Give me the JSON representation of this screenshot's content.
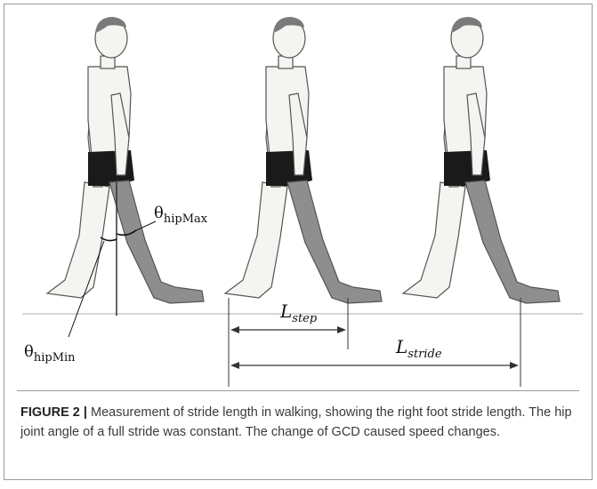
{
  "figure": {
    "labels": {
      "theta": "θ",
      "hip_max_sub": "hipMax",
      "hip_min_sub": "hipMin",
      "L": "L",
      "step_sub": "step",
      "stride_sub": "stride"
    },
    "colors": {
      "skin": "#f4f4f0",
      "outline": "#555555",
      "shorts": "#1a1a1a",
      "shaded_leg": "#8e8e8e",
      "ground": "#c8c8c8"
    }
  },
  "caption": {
    "lead": "FIGURE 2 |",
    "text": " Measurement of stride length in walking, showing the right foot stride length. The hip joint angle of a full stride was constant. The change of GCD caused speed changes."
  }
}
